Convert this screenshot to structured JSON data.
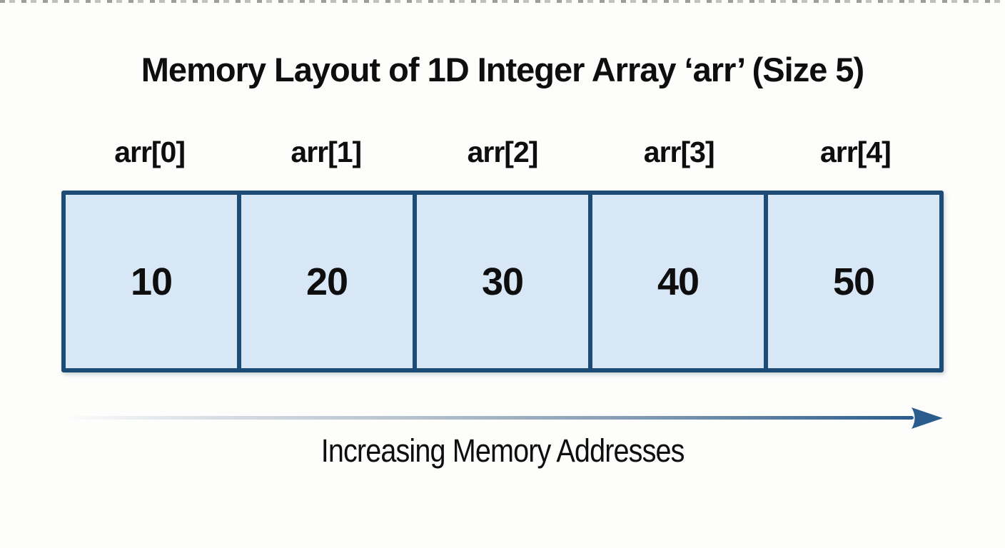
{
  "diagram": {
    "title": "Memory Layout of 1D Integer Array ‘arr’ (Size 5)",
    "cells": [
      {
        "index_label": "arr[0]",
        "value": "10"
      },
      {
        "index_label": "arr[1]",
        "value": "20"
      },
      {
        "index_label": "arr[2]",
        "value": "30"
      },
      {
        "index_label": "arr[3]",
        "value": "40"
      },
      {
        "index_label": "arr[4]",
        "value": "50"
      }
    ],
    "arrow_caption": "Increasing Memory Addresses",
    "colors": {
      "background": "#fdfdfc",
      "cell_fill": "#d8e7f6",
      "cell_border": "#1c4b76",
      "arrow_dark": "#2b5c8e",
      "text_color": "#0e0e0e"
    }
  }
}
